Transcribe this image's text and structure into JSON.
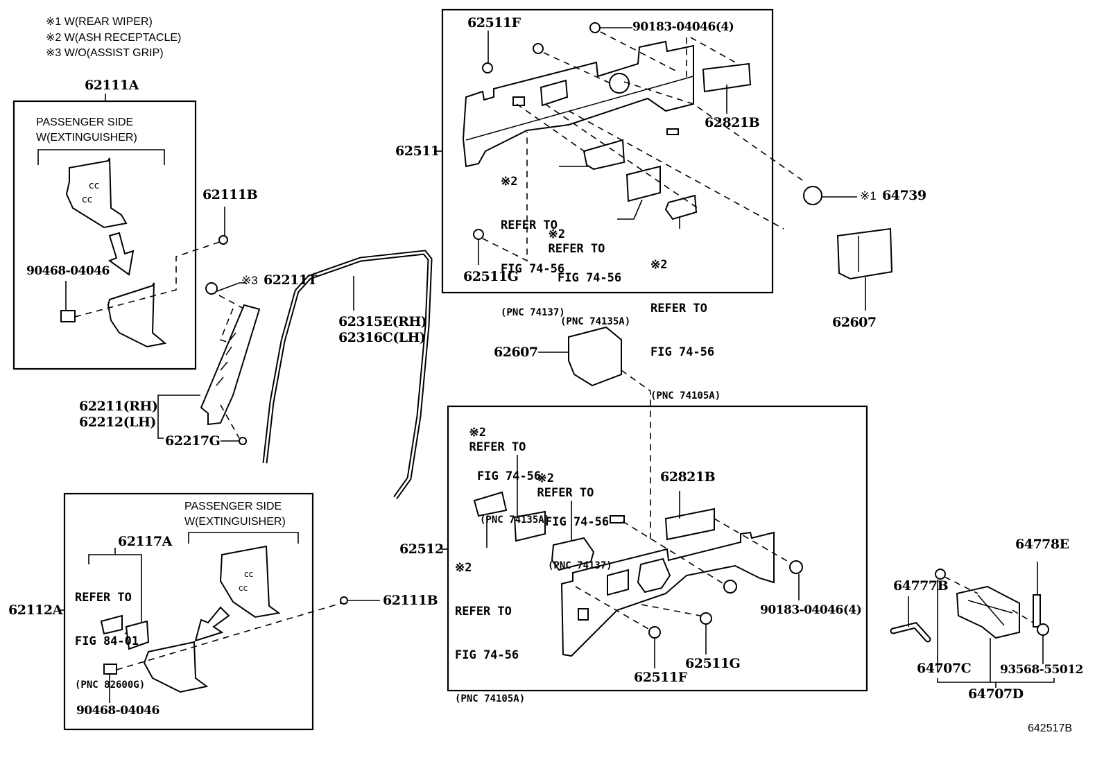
{
  "notes": [
    "※1 W(REAR WIPER)",
    "※2 W(ASH RECEPTACLE)",
    "※3 W/O(ASSIST GRIP)"
  ],
  "figure_id": "642517B",
  "panels": {
    "upper_left": {
      "part": "62111A",
      "caption_line1": "PASSENGER SIDE",
      "caption_line2": "W(EXTINGUISHER)",
      "clip": "90468-04046"
    },
    "lower_left": {
      "part": "62112A",
      "caption_line1": "PASSENGER SIDE",
      "caption_line2": "W(EXTINGUISHER)",
      "sub_part": "62117A",
      "refer_line1": "REFER TO",
      "refer_line2": "FIG 84-01",
      "refer_pnc": "(PNC 82600G)",
      "clip": "90468-04046"
    },
    "upper_right": {
      "part": "62511",
      "clip_f": "62511F",
      "clip_g": "62511G",
      "nut": "90183-04046(4)",
      "cover": "62821B",
      "refs": [
        {
          "mark": "※2",
          "line1": "REFER TO",
          "line2": "FIG 74-56",
          "pnc": "(PNC 74137)"
        },
        {
          "mark": "※2",
          "line1": "REFER TO",
          "line2": "FIG 74-56",
          "pnc": "(PNC 74135A)"
        },
        {
          "mark": "※2",
          "line1": "REFER TO",
          "line2": "FIG 74-56",
          "pnc": "(PNC 74105A)"
        }
      ]
    },
    "lower_right": {
      "part": "62512",
      "clip_f": "62511F",
      "clip_g": "62511G",
      "nut": "90183-04046(4)",
      "cover": "62821B",
      "refs": [
        {
          "mark": "※2",
          "line1": "REFER TO",
          "line2": "FIG 74-56",
          "pnc": "(PNC 74135A)"
        },
        {
          "mark": "※2",
          "line1": "REFER TO",
          "line2": "FIG 74-56",
          "pnc": "(PNC 74137)"
        },
        {
          "mark": "※2",
          "line1": "REFER TO",
          "line2": "FIG 74-56",
          "pnc": "(PNC 74105A)"
        }
      ]
    }
  },
  "parts": {
    "p62111B_top": "62111B",
    "p62111B_bottom": "62111B",
    "p62211T_mark": "※3",
    "p62211T": "62211T",
    "p62211_rh": "62211(RH)",
    "p62212_lh": "62212(LH)",
    "p62217G": "62217G",
    "p62315E": "62315E(RH)",
    "p62316C": "62316C(LH)",
    "p64739_mark": "※1",
    "p64739": "64739",
    "p62607_right": "62607",
    "p62607_center": "62607",
    "p64778E": "64778E",
    "p64777B": "64777B",
    "p64707C": "64707C",
    "p93568": "93568-55012",
    "p64707D": "64707D"
  }
}
